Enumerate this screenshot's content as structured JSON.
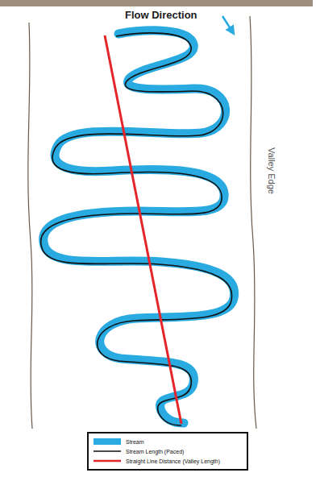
{
  "diagram": {
    "labels": [
      "Flow Direction",
      "Valley Edge"
    ],
    "legend": [
      {
        "text": "Stream",
        "color": "#29abe2"
      },
      {
        "text": "Stream Length (Paced)"
      },
      {
        "text": "Straight Line Distance (Valley Length)"
      }
    ]
  }
}
